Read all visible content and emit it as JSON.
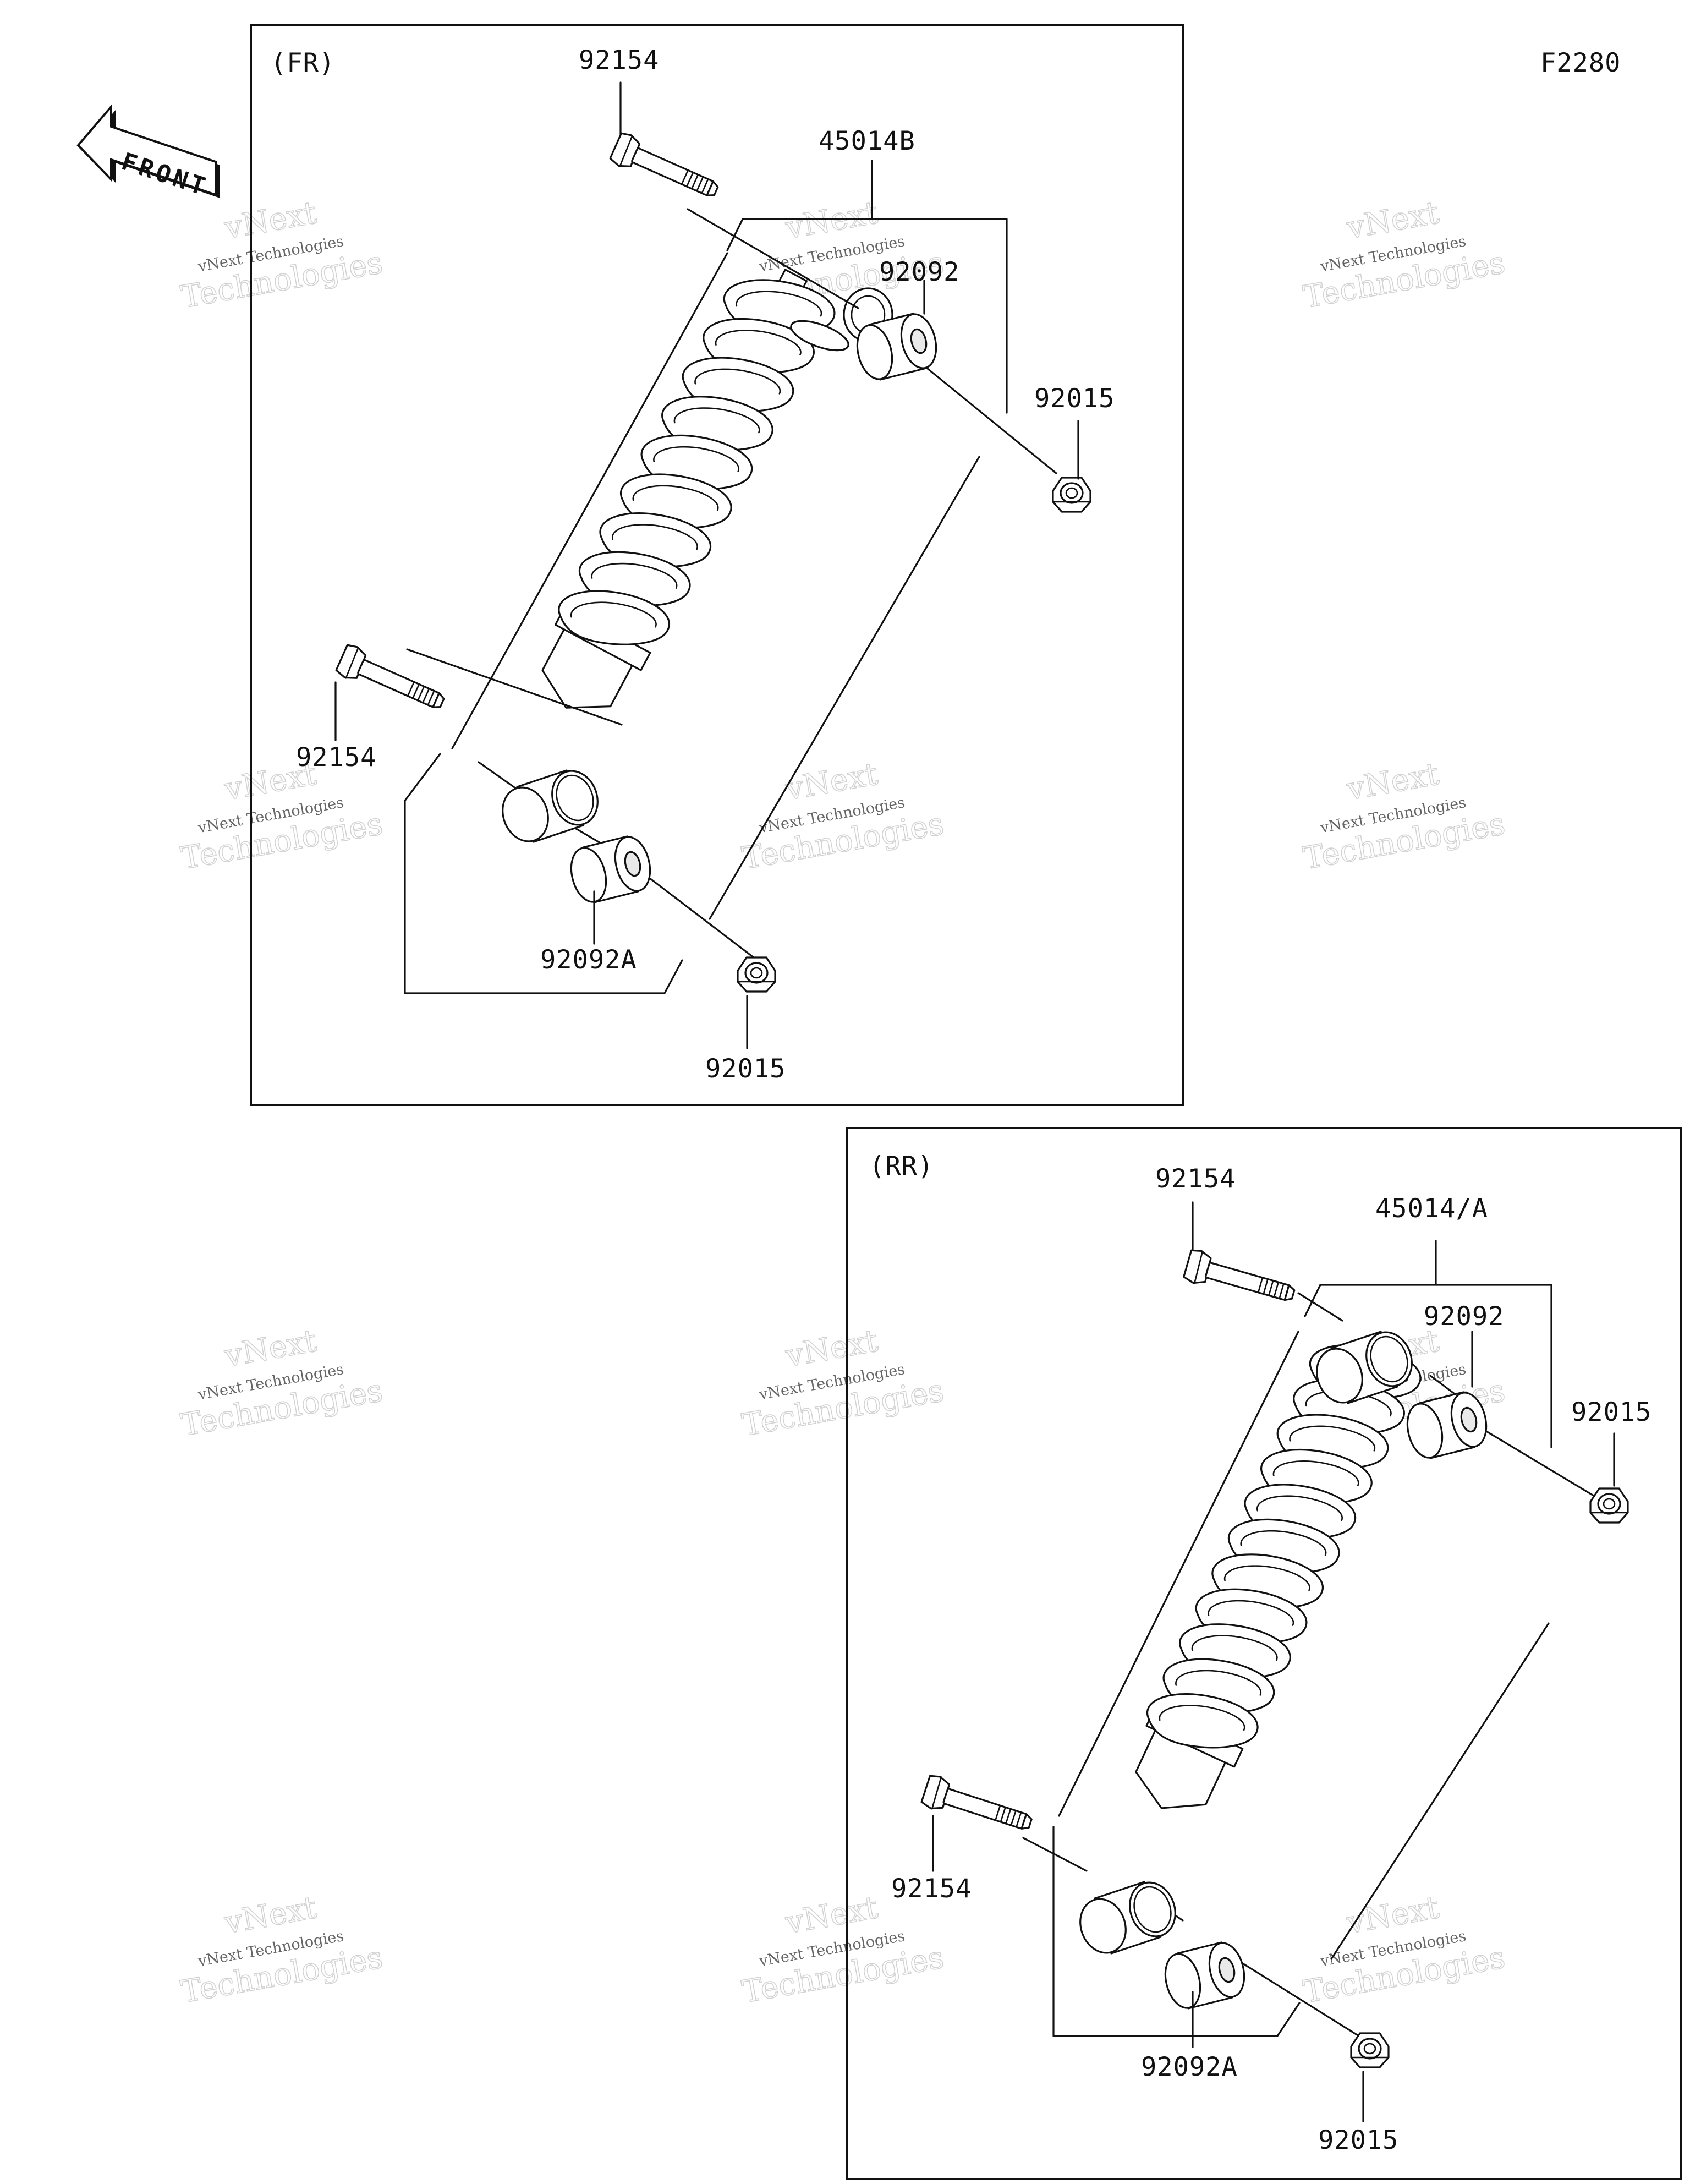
{
  "figure_code": "F2280",
  "front_arrow_label": "FRONT",
  "watermark": {
    "line1": "vNext",
    "line2": "vNext Technologies",
    "line3": "Technologies"
  },
  "panels": [
    {
      "id": "front",
      "title": "(FR)",
      "assembly": "45014B",
      "callouts": {
        "bolt_top": "92154",
        "bushing_top": "92092",
        "nut_top": "92015",
        "bolt_bottom": "92154",
        "bushing_bottom": "92092A",
        "nut_bottom": "92015"
      }
    },
    {
      "id": "rear",
      "title": "(RR)",
      "assembly": "45014/A",
      "callouts": {
        "bolt_top": "92154",
        "bushing_top": "92092",
        "nut_top": "92015",
        "bolt_bottom": "92154",
        "bushing_bottom": "92092A",
        "nut_bottom": "92015"
      }
    }
  ]
}
